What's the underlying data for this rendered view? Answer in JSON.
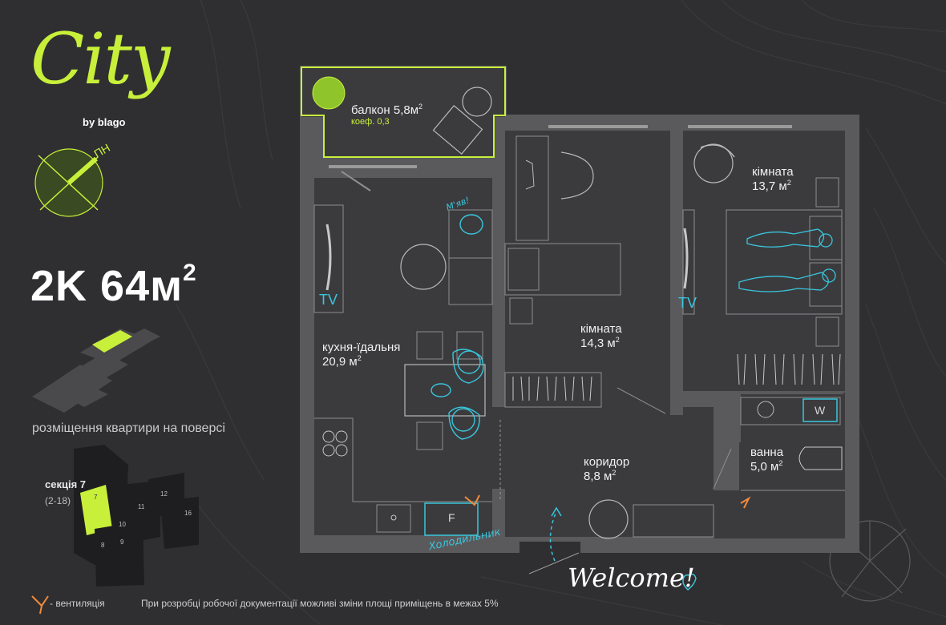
{
  "logo": {
    "brand": "City",
    "by_line": "by blago"
  },
  "compass": {
    "label": "ПН"
  },
  "apartment": {
    "type": "2K 64м",
    "exponent": "2"
  },
  "floor_plan_caption": "розміщення квартири на поверсі",
  "section": {
    "label": "секція 7",
    "range": "(2-18)",
    "building_numbers": [
      "7",
      "8",
      "9",
      "10",
      "11",
      "12",
      "16"
    ]
  },
  "rooms": {
    "balcony": {
      "name": "балкон 5,8м",
      "exp": "2",
      "coef": "коеф. 0,3"
    },
    "kitchen": {
      "name": "кухня-їдальня",
      "area": "20,9 м",
      "exp": "2"
    },
    "room1": {
      "name": "кімната",
      "area": "14,3 м",
      "exp": "2"
    },
    "room2": {
      "name": "кімната",
      "area": "13,7 м",
      "exp": "2"
    },
    "corridor": {
      "name": "коридор",
      "area": "8,8 м",
      "exp": "2"
    },
    "bathroom": {
      "name": "ванна",
      "area": "5,0 м",
      "exp": "2"
    }
  },
  "annotations": {
    "tv_kitchen": "TV",
    "tv_room": "TV",
    "cat": "М'яв!",
    "fridge": "Холодильник",
    "fridge_letter": "F",
    "washer_letter": "W",
    "welcome": "Welcome!"
  },
  "legend": {
    "ventilation": "- вентиляція"
  },
  "disclaimer": "При розробці робочої документації можливі зміни площі приміщень в межах 5%",
  "colors": {
    "accent": "#c8f03a",
    "sketch": "#39c6dc",
    "background": "#2f2f31",
    "floor": "#3a3a3d",
    "walls": "#59595c",
    "ventilation": "#f08a3c"
  }
}
